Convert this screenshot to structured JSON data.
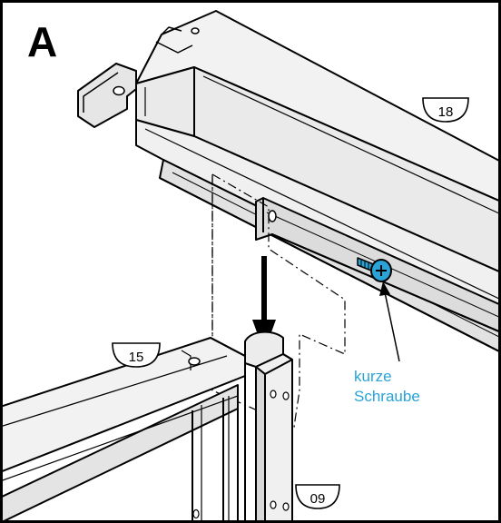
{
  "step": {
    "letter": "A"
  },
  "parts": {
    "top_rail": "18",
    "side_rail": "15",
    "post": "09"
  },
  "callout": {
    "line1": "kurze",
    "line2": "Schraube",
    "color": "#29a3d8"
  },
  "colors": {
    "line": "#000000",
    "panel_light": "#f2f2f2",
    "panel_mid": "#e6e6e6",
    "panel_shadow": "#cfcfcf",
    "screw": "#29a3d8"
  }
}
